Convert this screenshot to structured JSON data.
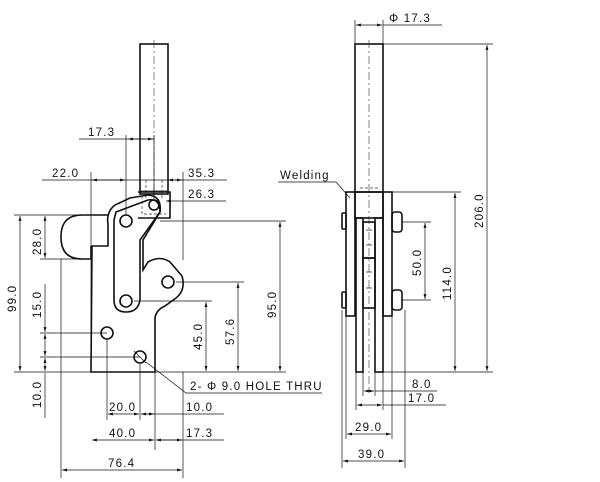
{
  "side_view": {
    "dims": {
      "rod_offset": "17.3",
      "left_offset": "22.0",
      "right_offset": "35.3",
      "pivot_offset": "26.3",
      "ear_height": "28.0",
      "total_height_base": "99.0",
      "hole_spacing_v": "15.0",
      "hole_bottom": "10.0",
      "pivot_height": "95.0",
      "mid_pivot_height": "57.6",
      "low_pivot_height": "45.0",
      "hole_spacing_h": "20.0",
      "hole_edge": "10.0",
      "base_width": "40.0",
      "base_extra": "17.3",
      "total_width": "76.4"
    },
    "hole_note": "2- Φ 9.0 HOLE THRU"
  },
  "front_view": {
    "welding_label": "Welding",
    "dims": {
      "rod_diameter": "Φ 17.3",
      "total_height": "206.0",
      "head_height": "114.0",
      "bolt_spacing": "50.0",
      "slot_width": "8.0",
      "inner_width": "17.0",
      "mid_width": "29.0",
      "outer_width": "39.0"
    }
  }
}
